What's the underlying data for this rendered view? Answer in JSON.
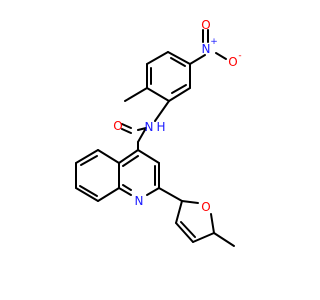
{
  "colors": {
    "carbon_bond": "#000000",
    "nitrogen": "#1a1aff",
    "oxygen": "#ff0000"
  },
  "atoms": {
    "nitro_n": "N",
    "nitro_plus": "+",
    "nitro_o_top": "O",
    "nitro_o_right": "O",
    "nitro_o_minus": "-",
    "amide_o": "O",
    "amide_n": "N",
    "amide_h": "H",
    "quinoline_n": "N",
    "furan_o": "O"
  }
}
